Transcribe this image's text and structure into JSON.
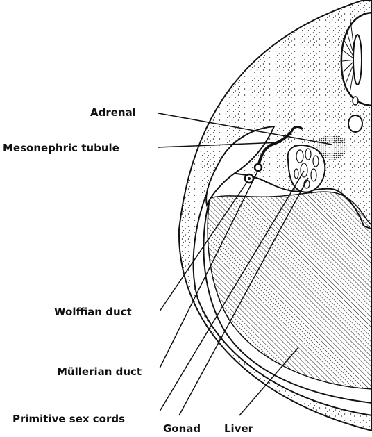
{
  "labels": {
    "adrenal": "Adrenal",
    "mesonephric_tubule": "Mesonephric tubule",
    "wolffian_duct": "Wolffian duct",
    "mullerian_duct": "Müllerian duct",
    "primitive_sex_cords": "Primitive sex cords",
    "gonad": "Gonad",
    "liver": "Liver"
  },
  "colors": {
    "ink": "#111111",
    "paper": "#ffffff"
  }
}
